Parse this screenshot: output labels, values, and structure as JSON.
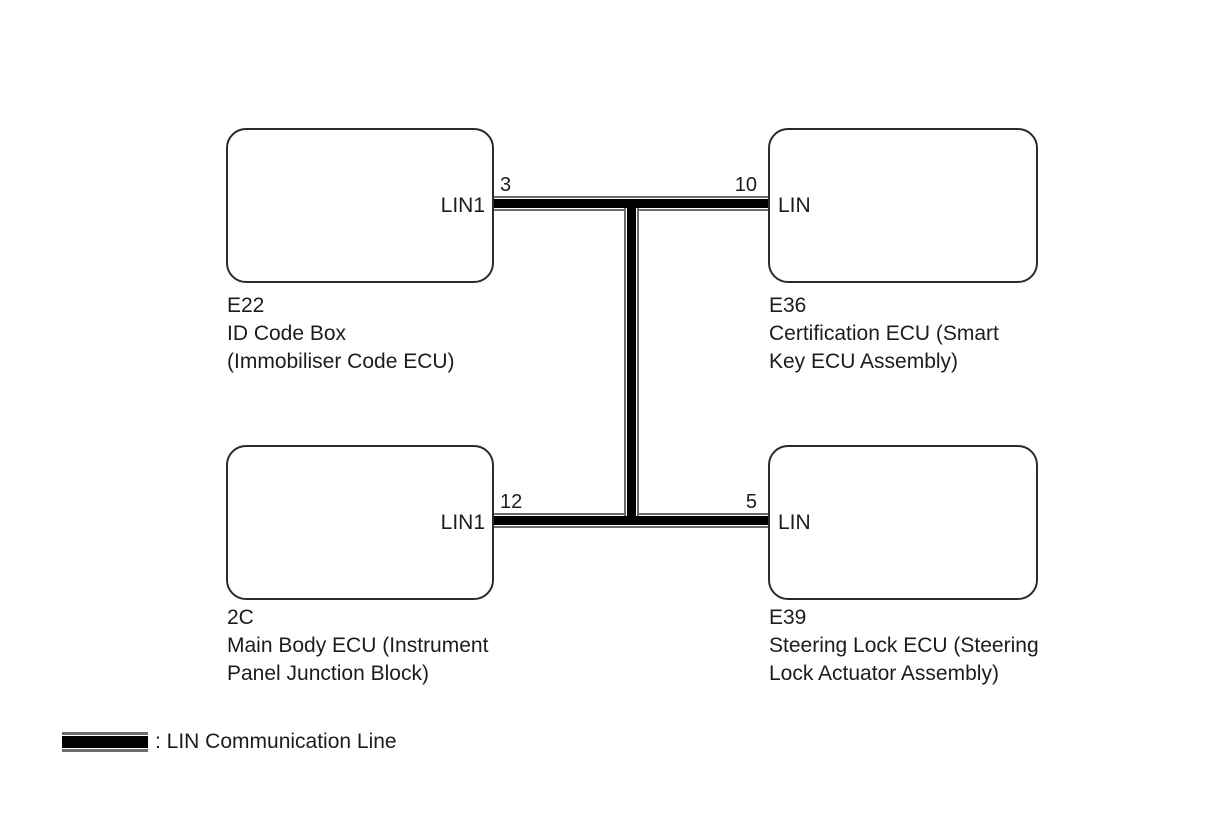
{
  "diagram": {
    "type": "wiring-communication-diagram",
    "background_color": "#ffffff",
    "line_style": {
      "name": "LIN Communication Line",
      "core_color": "#000000",
      "edge_color": "#6b6b6b",
      "gap_color": "#ffffff"
    },
    "nodes": [
      {
        "code": "E22",
        "name_lines": [
          "ID Code Box",
          "(Immobiliser Code ECU)"
        ],
        "port_label": "LIN1",
        "pin": "3",
        "connector_side": "right"
      },
      {
        "code": "E36",
        "name_lines": [
          "Certification ECU (Smart",
          "Key ECU Assembly)"
        ],
        "port_label": "LIN",
        "pin": "10",
        "connector_side": "left"
      },
      {
        "code": "2C",
        "name_lines": [
          "Main Body ECU (Instrument",
          "Panel Junction Block)"
        ],
        "port_label": "LIN1",
        "pin": "12",
        "connector_side": "right"
      },
      {
        "code": "E39",
        "name_lines": [
          "Steering Lock ECU (Steering",
          "Lock Actuator Assembly)"
        ],
        "port_label": "LIN",
        "pin": "5",
        "connector_side": "left"
      }
    ],
    "connections": [
      {
        "from": "E22 pin 3",
        "to": "E36 pin 10",
        "via": "LIN"
      },
      {
        "from": "2C pin 12",
        "to": "E39 pin 5",
        "via": "LIN"
      },
      {
        "from": "top LIN line",
        "to": "bottom LIN line",
        "via": "LIN trunk"
      }
    ],
    "legend": {
      "label": ": LIN Communication Line"
    }
  }
}
